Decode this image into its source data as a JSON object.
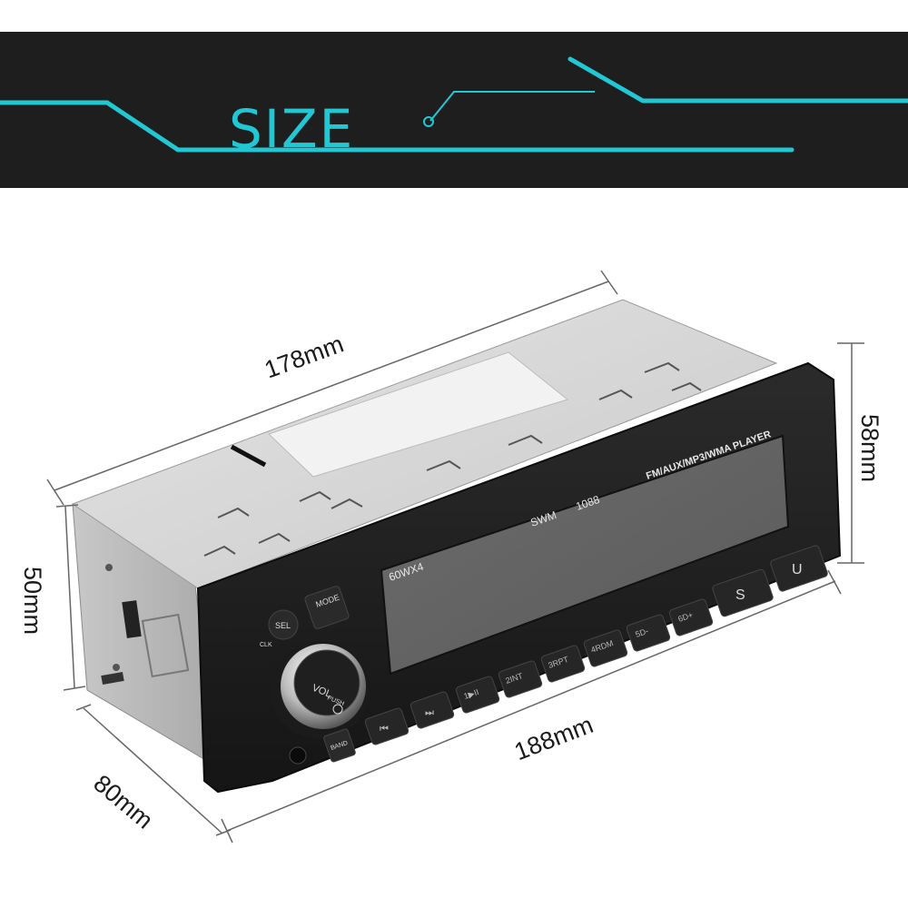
{
  "banner": {
    "title": "SIZE",
    "accent_color": "#22c7d4",
    "background_color": "#1e1e1e"
  },
  "dimensions": {
    "length": "178mm",
    "height_front": "58mm",
    "height_body": "50mm",
    "width_front": "188mm",
    "depth": "80mm"
  },
  "faceplate": {
    "player_label": "FM/AUX/MP3/WMA PLAYER",
    "brand": "SWM",
    "model": "1088",
    "power_label": "60WX4",
    "mode_button": "MODE",
    "sel_button": "SEL",
    "clk_label": "CLK",
    "knob_label": "VOL",
    "knob_push": "PUSH",
    "band_button": "BAND",
    "s_button": "S",
    "u_button": "U",
    "preset_buttons": [
      "1▶II",
      "2INT",
      "3RPT",
      "4RDM",
      "5D-",
      "6D+"
    ]
  }
}
